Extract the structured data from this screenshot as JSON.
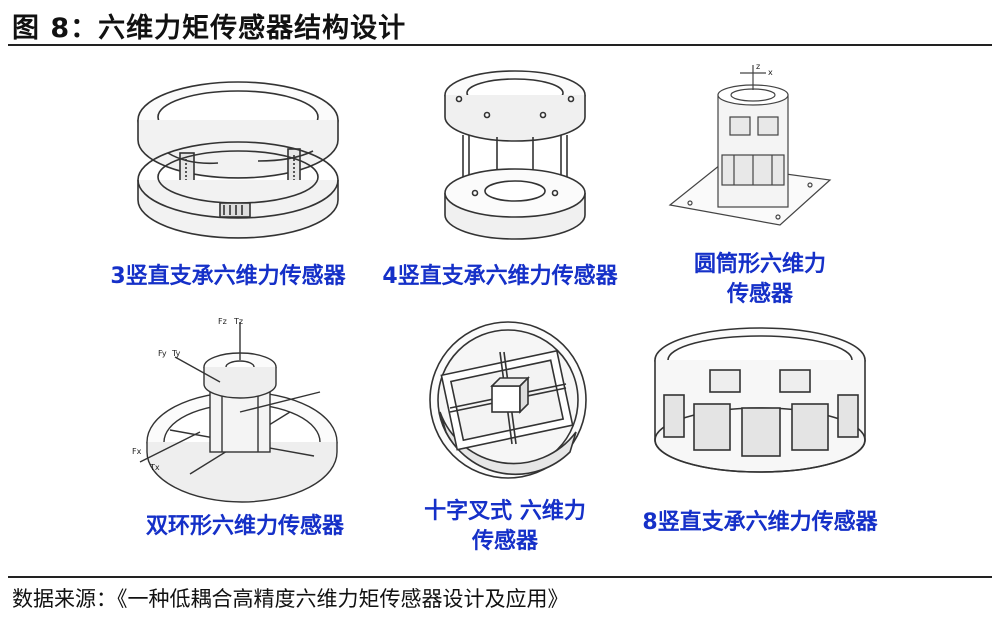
{
  "header": {
    "title": "图 8：六维力矩传感器结构设计"
  },
  "figures": [
    {
      "caption": "3竖直支承六维力传感器"
    },
    {
      "caption": "4竖直支承六维力传感器"
    },
    {
      "caption_line1": "圆筒形六维力",
      "caption_line2": "传感器"
    },
    {
      "caption": "双环形六维力传感器",
      "axis_labels": [
        "Fz",
        "Tz",
        "Fy",
        "Ty",
        "Fx",
        "Tx"
      ]
    },
    {
      "caption_line1": "十字叉式 六维力",
      "caption_line2": "传感器"
    },
    {
      "caption": "8竖直支承六维力传感器"
    }
  ],
  "footer": {
    "source": "数据来源：《一种低耦合高精度六维力矩传感器设计及应用》"
  },
  "colors": {
    "caption": "#1530c8",
    "title": "#111111",
    "drawing": "#333333"
  }
}
